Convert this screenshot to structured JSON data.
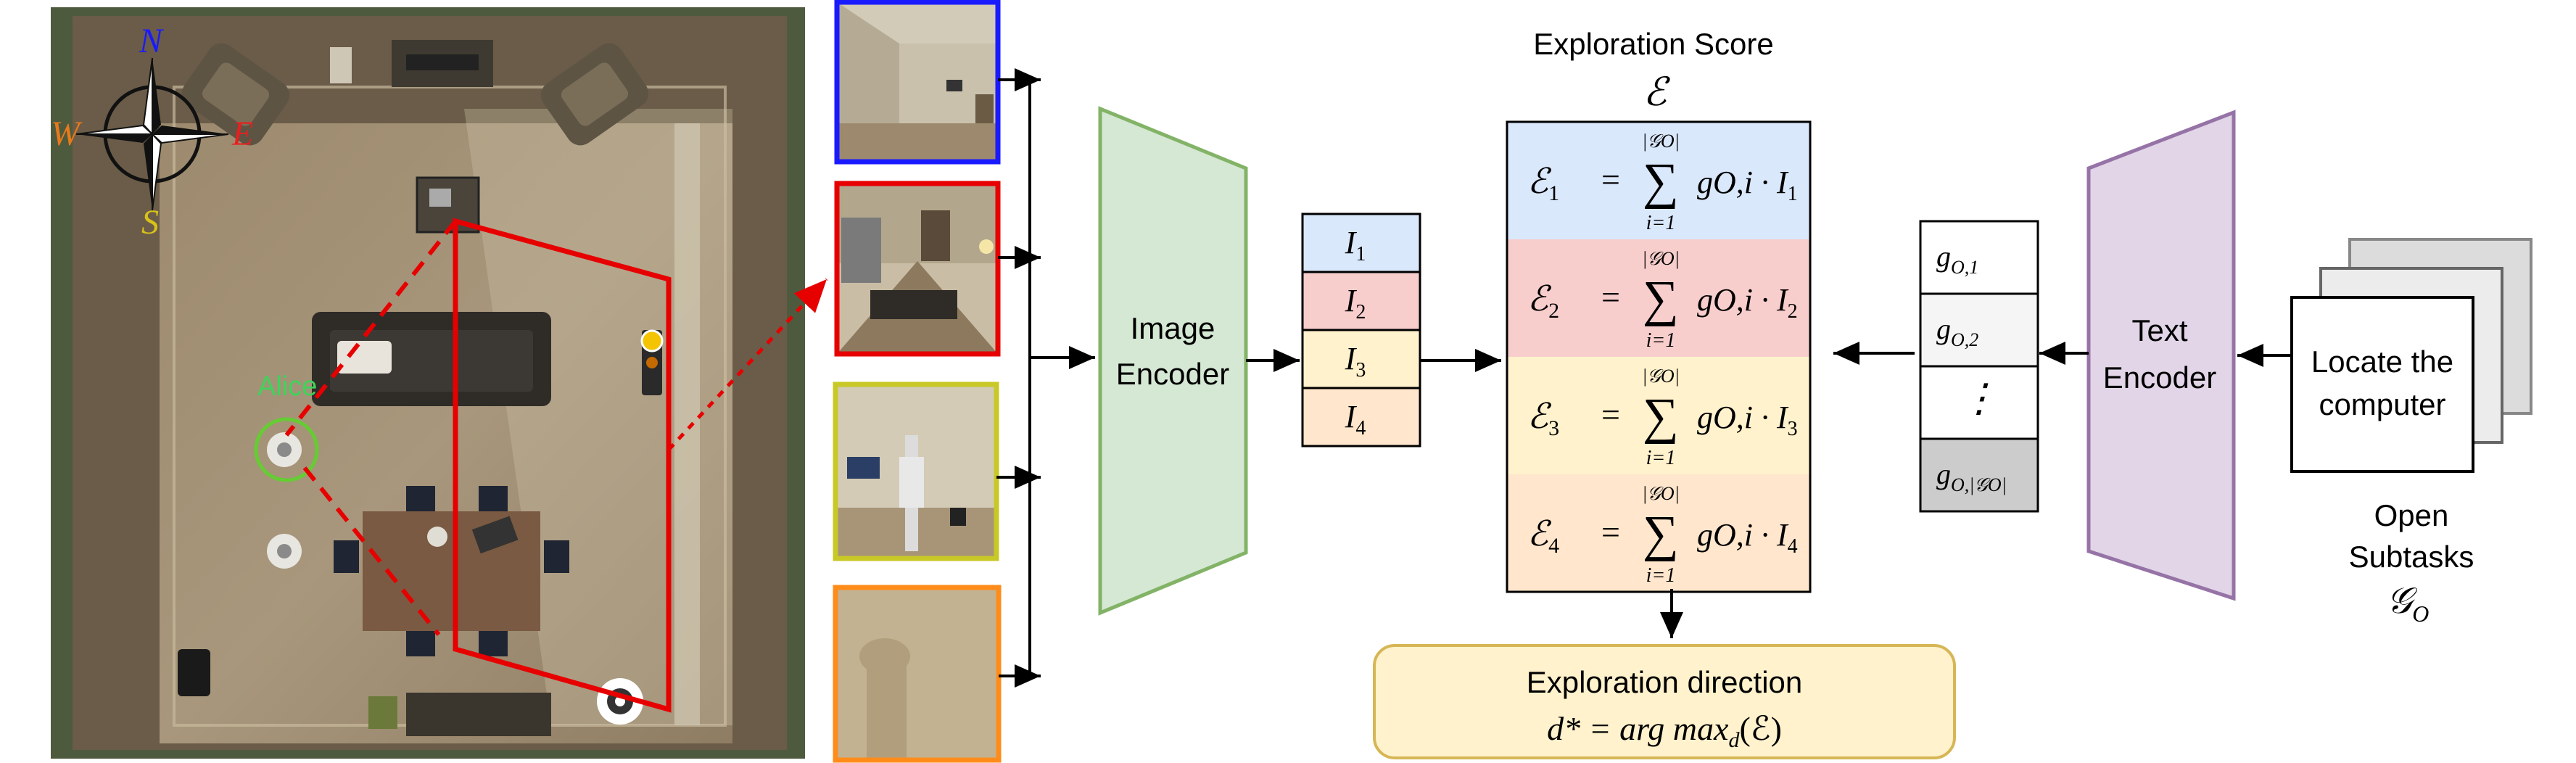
{
  "topdown_map": {
    "compass": {
      "n": "N",
      "s": "S",
      "e": "E",
      "w": "W"
    },
    "agent_label": "Alice"
  },
  "image_encoder": {
    "line1": "Image",
    "line2": "Encoder"
  },
  "image_features": [
    {
      "sym": "I",
      "sub": "1",
      "color": "#dae8fc"
    },
    {
      "sym": "I",
      "sub": "2",
      "color": "#f8cecc"
    },
    {
      "sym": "I",
      "sub": "3",
      "color": "#fff2cc"
    },
    {
      "sym": "I",
      "sub": "4",
      "color": "#ffe6cc"
    }
  ],
  "score_title": {
    "line1": "Exploration Score",
    "symbol": "ℰ"
  },
  "score_rows": [
    {
      "lhs": "ℰ",
      "sub": "1",
      "sum_top": "|𝒢O|",
      "sum_bot": "i=1",
      "term": "gO,i · I",
      "term_sub": "1",
      "color": "#dae8fc"
    },
    {
      "lhs": "ℰ",
      "sub": "2",
      "sum_top": "|𝒢O|",
      "sum_bot": "i=1",
      "term": "gO,i · I",
      "term_sub": "2",
      "color": "#f8cecc"
    },
    {
      "lhs": "ℰ",
      "sub": "3",
      "sum_top": "|𝒢O|",
      "sum_bot": "i=1",
      "term": "gO,i · I",
      "term_sub": "3",
      "color": "#fff2cc"
    },
    {
      "lhs": "ℰ",
      "sub": "4",
      "sum_top": "|𝒢O|",
      "sum_bot": "i=1",
      "term": "gO,i · I",
      "term_sub": "4",
      "color": "#ffe6cc"
    }
  ],
  "direction": {
    "title": "Exploration direction",
    "formula": "d* = arg max",
    "formula_sub": "d",
    "formula_tail": "(ℰ)"
  },
  "text_features": [
    {
      "sym": "g",
      "sub": "O,1",
      "color": "#ffffff"
    },
    {
      "sym": "g",
      "sub": "O,2",
      "color": "#f5f5f5"
    },
    {
      "sym": "⋮",
      "sub": "",
      "color": "#ffffff"
    },
    {
      "sym": "g",
      "sub": "O,|𝒢O|",
      "color": "#cccccc"
    }
  ],
  "text_encoder": {
    "line1": "Text",
    "line2": "Encoder"
  },
  "subtask_card": {
    "line1": "Locate the",
    "line2": "computer"
  },
  "open_subtasks": {
    "line1": "Open",
    "line2": "Subtasks",
    "symbol": "𝒢",
    "symbol_sub": "O"
  },
  "colors": {
    "view_blue": "#1a1aff",
    "view_red": "#e60000",
    "view_yellow": "#c8c826",
    "view_orange": "#ff8c1a",
    "encoder_green": "#d5e8d4",
    "encoder_purple": "#e1d5e7",
    "direction_box": "#fff2cc"
  }
}
